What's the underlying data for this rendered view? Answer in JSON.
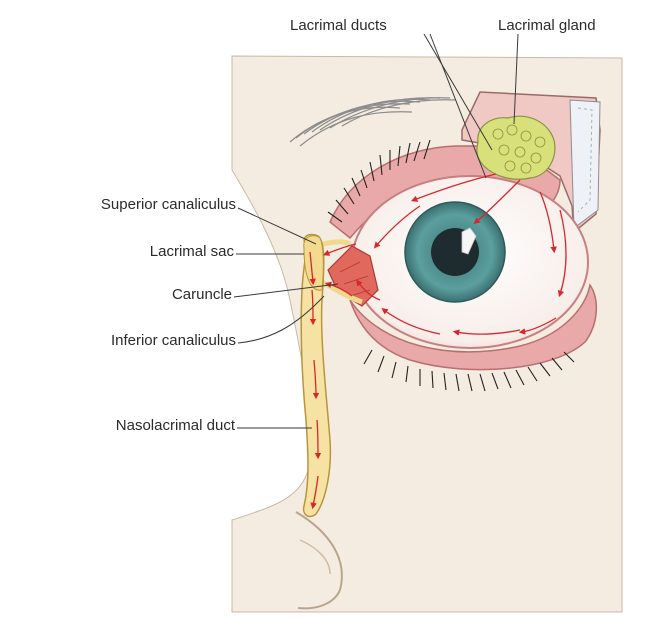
{
  "labels": {
    "lacrimal_ducts": "Lacrimal ducts",
    "lacrimal_gland": "Lacrimal gland",
    "superior_canaliculus": "Superior canaliculus",
    "lacrimal_sac": "Lacrimal sac",
    "caruncle": "Caruncle",
    "inferior_canaliculus": "Inferior canaliculus",
    "nasolacrimal_duct": "Nasolacrimal duct"
  },
  "colors": {
    "skin": "#f4ece0",
    "eyelid": "#e9a9a8",
    "sclera": "#fbf6f2",
    "iris": "#4f8e8d",
    "pupil": "#1e2c30",
    "gland": "#d8e07a",
    "duct": "#f6e3a3",
    "arrow": "#d8272b",
    "caruncle": "#e0685c"
  }
}
